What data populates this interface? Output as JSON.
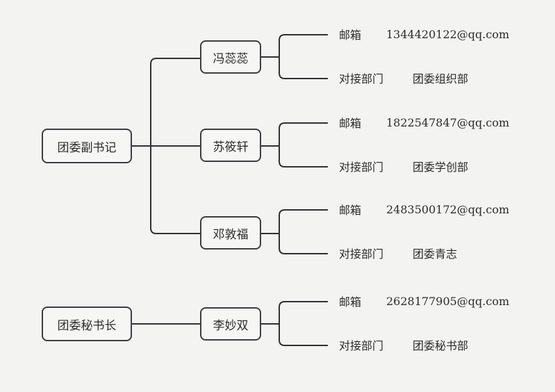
{
  "roots": [
    {
      "label": "团委副书记",
      "members": [
        {
          "name": "冯蕊蕊",
          "email_label": "邮箱",
          "email": "1344420122@qq.com",
          "dept_label": "对接部门",
          "dept": "团委组织部"
        },
        {
          "name": "苏筱轩",
          "email_label": "邮箱",
          "email": "1822547847@qq.com",
          "dept_label": "对接部门",
          "dept": "团委学创部"
        },
        {
          "name": "邓敦福",
          "email_label": "邮箱",
          "email": "2483500172@qq.com",
          "dept_label": "对接部门",
          "dept": "团委青志"
        }
      ]
    },
    {
      "label": "团委秘书长",
      "members": [
        {
          "name": "李妙双",
          "email_label": "邮箱",
          "email": "2628177905@qq.com",
          "dept_label": "对接部门",
          "dept": "团委秘书部"
        }
      ]
    }
  ]
}
